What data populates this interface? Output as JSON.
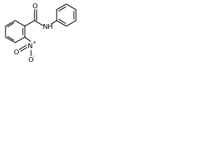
{
  "molecule": {
    "atoms": {
      "oxygen_carbonyl": "O",
      "nitrogen_amide": "N",
      "hydrogen_amide": "H",
      "nitrogen_nitro": "N",
      "oxygen_nitro_double": "O",
      "oxygen_nitro_single": "O",
      "nitro_positive_charge": "+",
      "nitro_negative_charge": "-"
    },
    "bond_color": "#000000",
    "background_color": "#ffffff"
  }
}
